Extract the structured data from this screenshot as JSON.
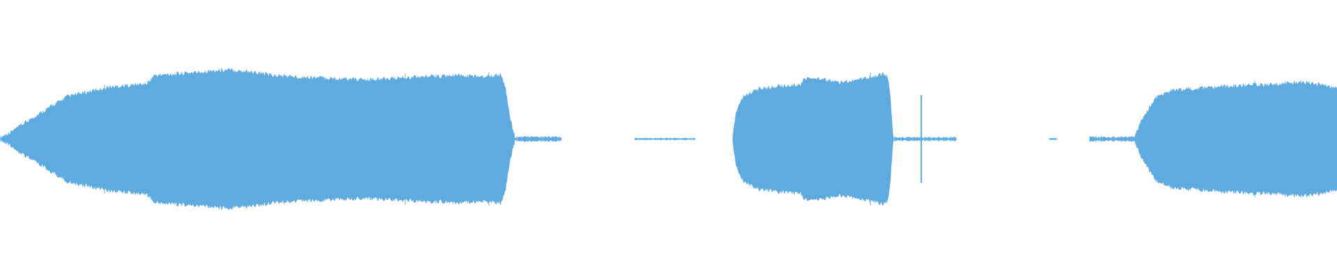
{
  "waveform": {
    "color": "#5dabe1",
    "background": "#ffffff",
    "duration_fraction_segments": [
      {
        "name": "segment-1",
        "start": 0.0,
        "end": 0.385,
        "env": [
          [
            0.0,
            0.02
          ],
          [
            0.01,
            0.12
          ],
          [
            0.025,
            0.3
          ],
          [
            0.05,
            0.58
          ],
          [
            0.08,
            0.71
          ],
          [
            0.11,
            0.76
          ],
          [
            0.115,
            0.87
          ],
          [
            0.15,
            0.92
          ],
          [
            0.17,
            0.95
          ],
          [
            0.19,
            0.92
          ],
          [
            0.205,
            0.87
          ],
          [
            0.24,
            0.84
          ],
          [
            0.275,
            0.81
          ],
          [
            0.3,
            0.84
          ],
          [
            0.34,
            0.87
          ],
          [
            0.365,
            0.86
          ],
          [
            0.375,
            0.88
          ],
          [
            0.378,
            0.7
          ],
          [
            0.382,
            0.25
          ],
          [
            0.385,
            0.04
          ]
        ]
      },
      {
        "name": "segment-2",
        "start": 0.548,
        "end": 0.668,
        "env": [
          [
            0.548,
            0.05
          ],
          [
            0.551,
            0.4
          ],
          [
            0.556,
            0.58
          ],
          [
            0.565,
            0.68
          ],
          [
            0.585,
            0.73
          ],
          [
            0.598,
            0.74
          ],
          [
            0.602,
            0.82
          ],
          [
            0.615,
            0.82
          ],
          [
            0.63,
            0.77
          ],
          [
            0.645,
            0.83
          ],
          [
            0.66,
            0.89
          ],
          [
            0.664,
            0.85
          ],
          [
            0.666,
            0.6
          ],
          [
            0.668,
            0.03
          ]
        ]
      },
      {
        "name": "segment-3",
        "start": 0.848,
        "end": 1.0,
        "env": [
          [
            0.848,
            0.02
          ],
          [
            0.855,
            0.3
          ],
          [
            0.865,
            0.58
          ],
          [
            0.88,
            0.68
          ],
          [
            0.9,
            0.7
          ],
          [
            0.92,
            0.73
          ],
          [
            0.95,
            0.75
          ],
          [
            0.975,
            0.78
          ],
          [
            0.99,
            0.74
          ],
          [
            1.0,
            0.7
          ]
        ]
      }
    ],
    "spikes": [
      {
        "name": "spike-1",
        "at": 0.689,
        "height": 0.6
      }
    ],
    "noise": [
      {
        "name": "noise-1",
        "start": 0.385,
        "end": 0.42,
        "level": 0.025
      },
      {
        "name": "noise-2",
        "start": 0.475,
        "end": 0.52,
        "level": 0.01
      },
      {
        "name": "noise-3",
        "start": 0.668,
        "end": 0.715,
        "level": 0.02
      },
      {
        "name": "noise-4",
        "start": 0.785,
        "end": 0.79,
        "level": 0.01
      },
      {
        "name": "noise-5",
        "start": 0.815,
        "end": 0.848,
        "level": 0.025
      }
    ]
  }
}
